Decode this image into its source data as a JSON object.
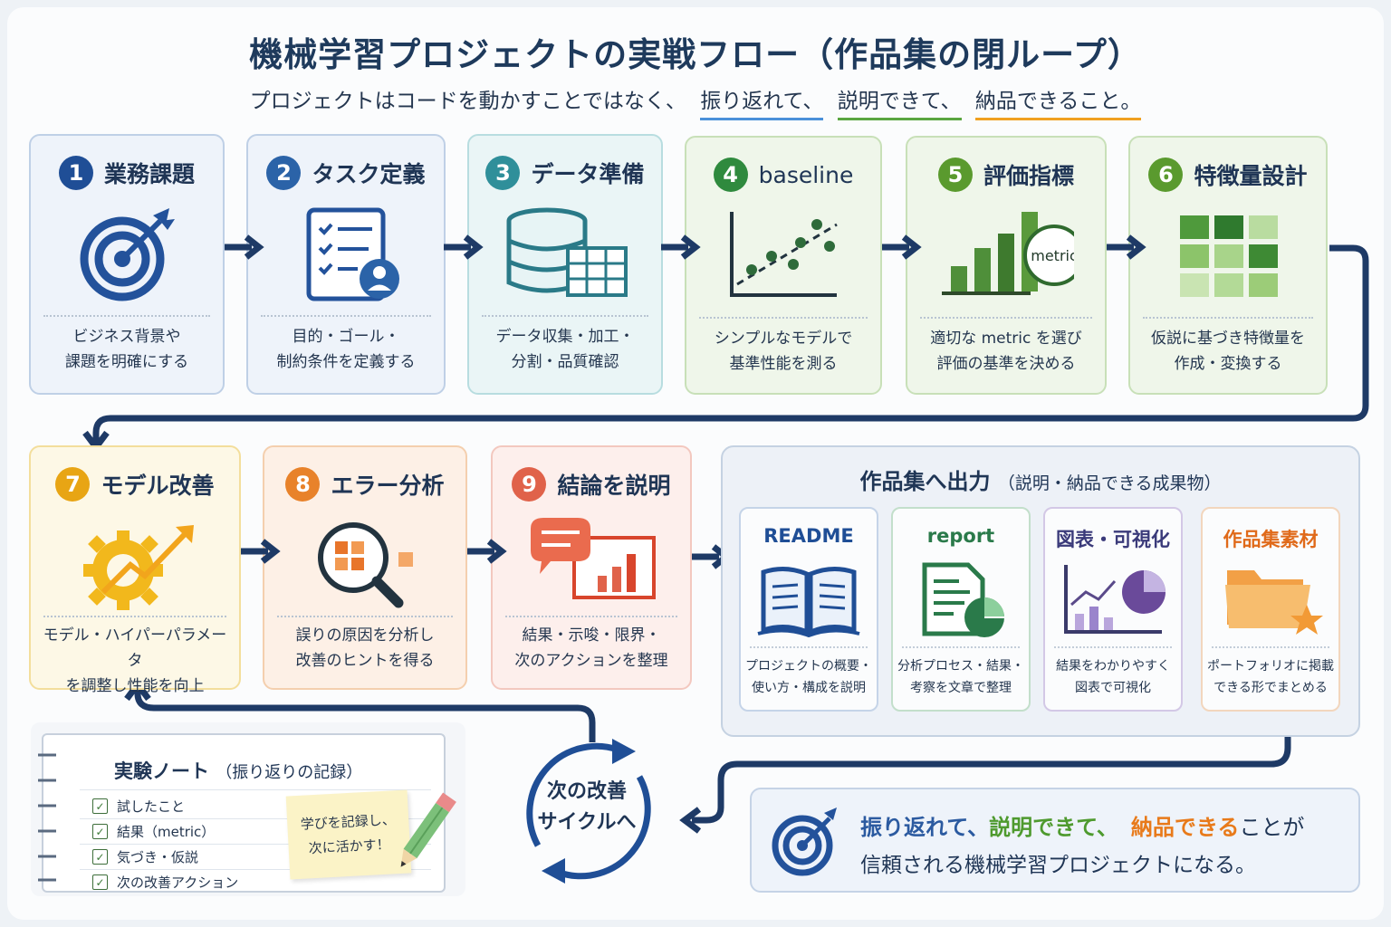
{
  "title": "機械学習プロジェクトの実戦フロー（作品集の閉ループ）",
  "subtitle": {
    "lead": "プロジェクトはコードを動かすことではなく、",
    "k1": "振り返れて、",
    "k2": "説明できて、",
    "k3": "納品できること。"
  },
  "steps": [
    {
      "num": "1",
      "title": "業務課題",
      "desc1": "ビジネス背景や",
      "desc2": "課題を明確にする",
      "icon": "target-icon",
      "color": "#1f4e96"
    },
    {
      "num": "2",
      "title": "タスク定義",
      "desc1": "目的・ゴール・",
      "desc2": "制約条件を定義する",
      "icon": "checklist-icon",
      "color": "#2b63a8"
    },
    {
      "num": "3",
      "title": "データ準備",
      "desc1": "データ収集・加工・",
      "desc2": "分割・品質確認",
      "icon": "database-icon",
      "color": "#2f8f9a"
    },
    {
      "num": "4",
      "title": "baseline",
      "desc1": "シンプルなモデルで",
      "desc2": "基準性能を測る",
      "icon": "scatter-icon",
      "color": "#2f8a3e"
    },
    {
      "num": "5",
      "title": "評価指標",
      "desc1": "適切な metric を選び",
      "desc2": "評価の基準を決める",
      "icon": "bar-metric-icon",
      "color": "#5a9a2e",
      "badge": "metric"
    },
    {
      "num": "6",
      "title": "特徴量設計",
      "desc1": "仮説に基づき特徴量を",
      "desc2": "作成・変換する",
      "icon": "grid-icon",
      "color": "#5a9a2e"
    },
    {
      "num": "7",
      "title": "モデル改善",
      "desc1": "モデル・ハイパーパラメータ",
      "desc2": "を調整し性能を向上",
      "icon": "gear-trend-icon",
      "color": "#e8a514"
    },
    {
      "num": "8",
      "title": "エラー分析",
      "desc1": "誤りの原因を分析し",
      "desc2": "改善のヒントを得る",
      "icon": "magnifier-icon",
      "color": "#e8822a"
    },
    {
      "num": "9",
      "title": "結論を説明",
      "desc1": "結果・示唆・限界・",
      "desc2": "次のアクションを整理",
      "icon": "speech-chart-icon",
      "color": "#e0624a"
    }
  ],
  "outputs": {
    "title": "作品集へ出力",
    "note": "（説明・納品できる成果物）",
    "items": [
      {
        "label": "README",
        "desc1": "プロジェクトの概要・",
        "desc2": "使い方・構成を説明",
        "icon": "book-icon",
        "color": "#1f4e96"
      },
      {
        "label": "report",
        "desc1": "分析プロセス・結果・",
        "desc2": "考察を文章で整理",
        "icon": "report-icon",
        "color": "#2a7a4a"
      },
      {
        "label": "図表・可視化",
        "desc1": "結果をわかりやすく",
        "desc2": "図表で可視化",
        "icon": "chart-pie-icon",
        "color": "#6a4a9a"
      },
      {
        "label": "作品集素材",
        "desc1": "ポートフォリオに掲載",
        "desc2": "できる形でまとめる",
        "icon": "folder-star-icon",
        "color": "#e06a1a"
      }
    ]
  },
  "notebook": {
    "title": "実験ノート",
    "note": "（振り返りの記録）",
    "items": [
      "試したこと",
      "結果（metric）",
      "気づき・仮説",
      "次の改善アクション"
    ],
    "sticky1": "学びを記録し、",
    "sticky2": "次に活かす！"
  },
  "cycle": {
    "line1": "次の改善",
    "line2": "サイクルへ"
  },
  "conclusion": {
    "p1": "振り返れて、",
    "p2": "説明できて、",
    "p3": "納品できる",
    "p4": "ことが",
    "line2": "信頼される機械学習プロジェクトになる。"
  },
  "colors": {
    "arrow": "#1e3a66",
    "blue": "#2b5aa0",
    "green": "#4e9a2e",
    "orange": "#e87a1a"
  }
}
